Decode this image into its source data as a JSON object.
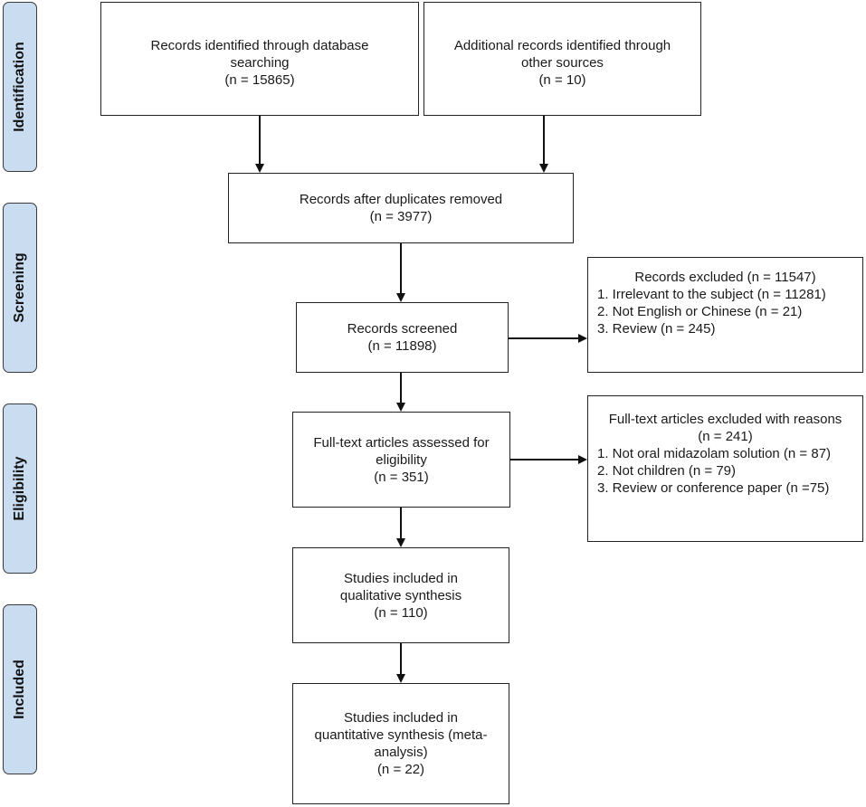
{
  "stages": {
    "identification": "Identification",
    "screening": "Screening",
    "eligibility": "Eligibility",
    "included": "Included"
  },
  "boxes": {
    "database_search": {
      "line1": "Records identified through database",
      "line2": "searching",
      "count": "(n = 15865)"
    },
    "other_sources": {
      "line1": "Additional records identified through",
      "line2": "other sources",
      "count": "(n = 10)"
    },
    "duplicates_removed": {
      "line1": "Records after duplicates removed",
      "count": "(n = 3977)"
    },
    "records_screened": {
      "line1": "Records screened",
      "count": "(n = 11898)"
    },
    "records_excluded": {
      "heading": "Records excluded (n = 11547)",
      "reasons": [
        "1. Irrelevant to the subject (n = 11281)",
        "2. Not English or Chinese (n = 21)",
        "3. Review (n = 245)"
      ]
    },
    "fulltext_assessed": {
      "line1": "Full-text articles assessed for",
      "line2": "eligibility",
      "count": "(n = 351)"
    },
    "fulltext_excluded": {
      "heading_line1": "Full-text articles excluded with reasons",
      "heading_line2": "(n = 241)",
      "reasons": [
        "1. Not oral midazolam solution (n = 87)",
        "2. Not children (n = 79)",
        "3. Review or conference paper (n =75)"
      ]
    },
    "qualitative": {
      "line1": "Studies included in",
      "line2": "qualitative synthesis",
      "count": "(n = 110)"
    },
    "quantitative": {
      "line1": "Studies included in",
      "line2": "quantitative synthesis (meta-",
      "line3": "analysis)",
      "count": "(n = 22)"
    }
  },
  "colors": {
    "stage_fill": "#c9dcf0",
    "border": "#222222",
    "arrow": "#111111"
  }
}
